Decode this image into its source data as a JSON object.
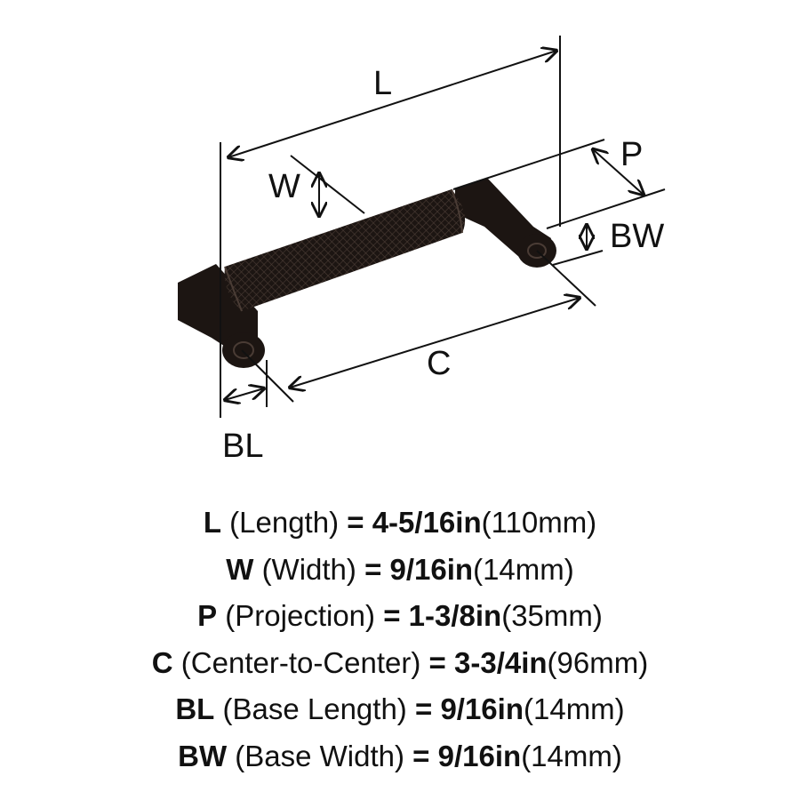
{
  "diagram": {
    "labels": {
      "L": "L",
      "W": "W",
      "P": "P",
      "BW": "BW",
      "C": "C",
      "BL": "BL"
    }
  },
  "specs": [
    {
      "symbol": "L",
      "description": "(Length)",
      "equals": "=",
      "imperial": "4-5/16in",
      "metric": "(110mm)"
    },
    {
      "symbol": "W",
      "description": "(Width)",
      "equals": "=",
      "imperial": "9/16in",
      "metric": "(14mm)"
    },
    {
      "symbol": "P",
      "description": "(Projection)",
      "equals": "=",
      "imperial": "1-3/8in",
      "metric": "(35mm)"
    },
    {
      "symbol": "C",
      "description": "(Center-to-Center)",
      "equals": "=",
      "imperial": "3-3/4in",
      "metric": "(96mm)"
    },
    {
      "symbol": "BL",
      "description": "(Base Length)",
      "equals": "=",
      "imperial": "9/16in",
      "metric": "(14mm)"
    },
    {
      "symbol": "BW",
      "description": "(Base Width)",
      "equals": "=",
      "imperial": "9/16in",
      "metric": "(14mm)"
    }
  ],
  "colors": {
    "product": "#1c1512",
    "product_highlight": "#4a3c35",
    "lines": "#111111",
    "background": "#ffffff"
  }
}
